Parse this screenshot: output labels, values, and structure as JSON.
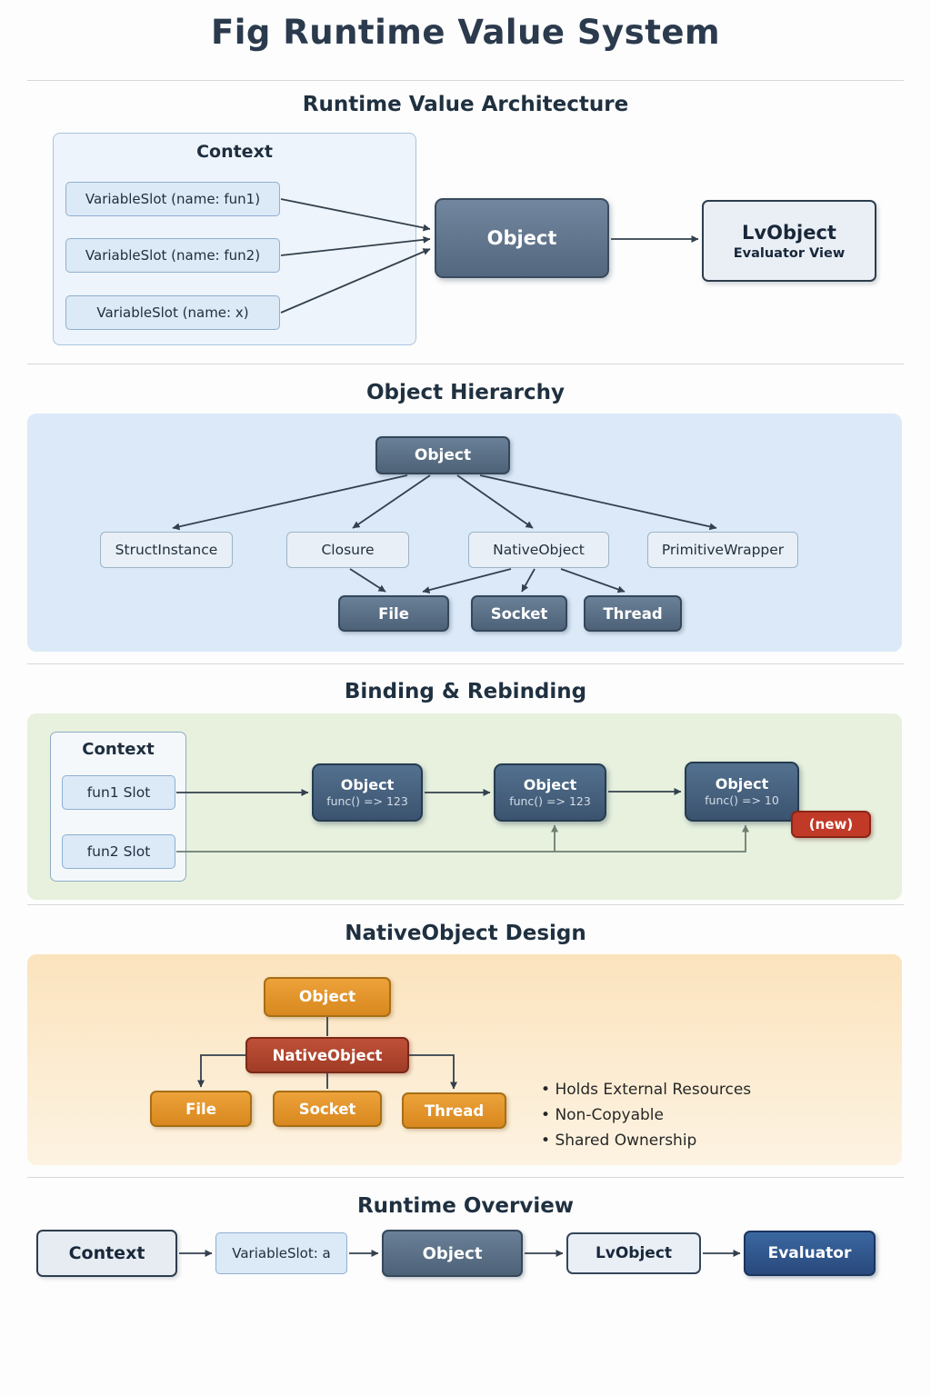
{
  "title": "Fig Runtime Value System",
  "colors": {
    "slate_blue": "#5d7693",
    "light_blue_panel": "#dbe9f8",
    "green_panel": "#e7f1de",
    "orange_panel": "#fbe3bd",
    "orange_node": "#d8881e",
    "red_node": "#a03c26",
    "badge_red": "#c13a28",
    "dark_blue_node": "#2d5a97"
  },
  "sections": {
    "architecture": {
      "heading": "Runtime Value Architecture",
      "context_label": "Context",
      "slots": [
        "VariableSlot (name: fun1)",
        "VariableSlot (name: fun2)",
        "VariableSlot (name: x)"
      ],
      "object_label": "Object",
      "lvobject_label": "LvObject",
      "lvobject_sub": "Evaluator View"
    },
    "hierarchy": {
      "heading": "Object Hierarchy",
      "root": "Object",
      "children": [
        "StructInstance",
        "Closure",
        "NativeObject",
        "PrimitiveWrapper"
      ],
      "native_children": [
        "File",
        "Socket",
        "Thread"
      ]
    },
    "binding": {
      "heading": "Binding & Rebinding",
      "context_label": "Context",
      "slots": [
        "fun1 Slot",
        "fun2 Slot"
      ],
      "objects": [
        {
          "title": "Object",
          "sub": "func() => 123"
        },
        {
          "title": "Object",
          "sub": "func() => 123"
        },
        {
          "title": "Object",
          "sub": "func() => 10"
        }
      ],
      "new_badge": "(new)"
    },
    "native_design": {
      "heading": "NativeObject Design",
      "root": "Object",
      "mid": "NativeObject",
      "children": [
        "File",
        "Socket",
        "Thread"
      ],
      "bullets": [
        "Holds External Resources",
        "Non-Copyable",
        "Shared Ownership"
      ]
    },
    "overview": {
      "heading": "Runtime Overview",
      "nodes": [
        "Context",
        "VariableSlot: a",
        "Object",
        "LvObject",
        "Evaluator"
      ]
    }
  }
}
